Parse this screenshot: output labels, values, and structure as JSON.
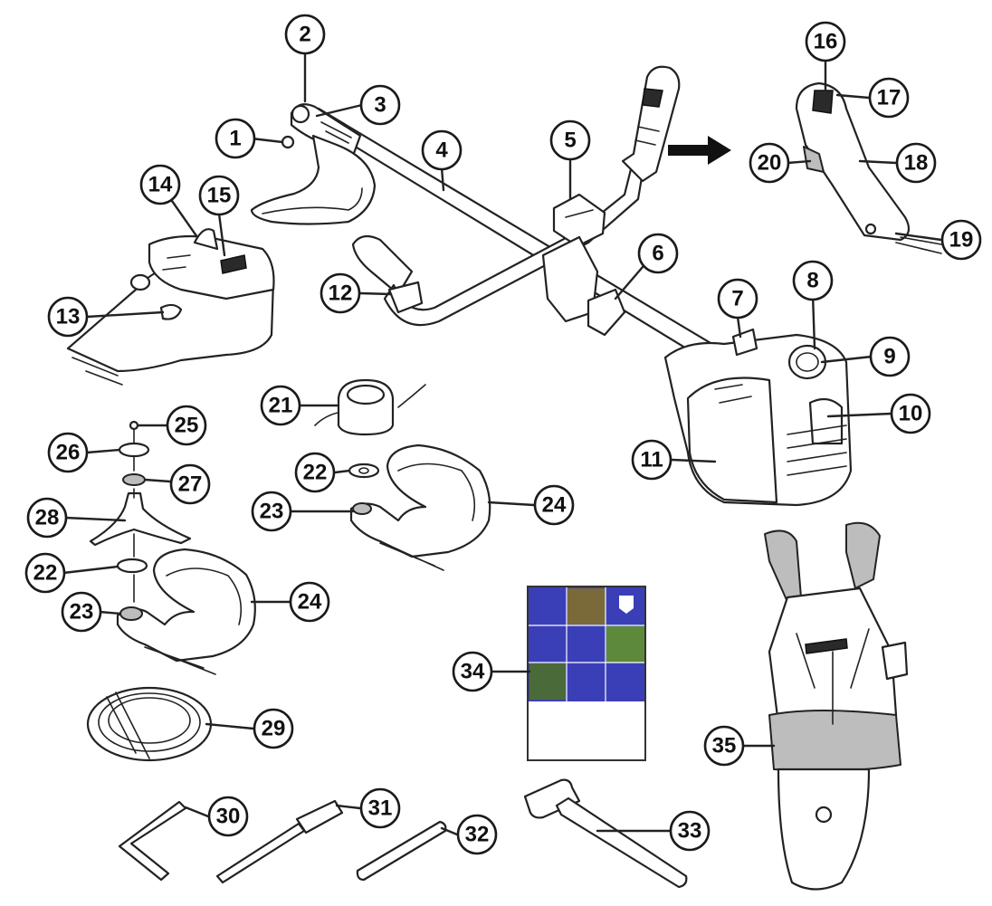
{
  "diagram": {
    "colors": {
      "line": "#222222",
      "manual_blue": "#3a3fb8",
      "manual_white": "#ffffff",
      "photo_green": "#5c8a3a",
      "photo_brown": "#7a6a3a"
    },
    "callouts": [
      {
        "id": "c1",
        "label": "1"
      },
      {
        "id": "c2",
        "label": "2"
      },
      {
        "id": "c3",
        "label": "3"
      },
      {
        "id": "c4",
        "label": "4"
      },
      {
        "id": "c5",
        "label": "5"
      },
      {
        "id": "c6",
        "label": "6"
      },
      {
        "id": "c7",
        "label": "7"
      },
      {
        "id": "c8",
        "label": "8"
      },
      {
        "id": "c9",
        "label": "9"
      },
      {
        "id": "c10",
        "label": "10"
      },
      {
        "id": "c11",
        "label": "11"
      },
      {
        "id": "c12",
        "label": "12"
      },
      {
        "id": "c13",
        "label": "13"
      },
      {
        "id": "c14",
        "label": "14"
      },
      {
        "id": "c15",
        "label": "15"
      },
      {
        "id": "c16",
        "label": "16"
      },
      {
        "id": "c17",
        "label": "17"
      },
      {
        "id": "c18",
        "label": "18"
      },
      {
        "id": "c19",
        "label": "19"
      },
      {
        "id": "c20",
        "label": "20"
      },
      {
        "id": "c21",
        "label": "21"
      },
      {
        "id": "c22a",
        "label": "22"
      },
      {
        "id": "c23a",
        "label": "23"
      },
      {
        "id": "c24a",
        "label": "24"
      },
      {
        "id": "c25",
        "label": "25"
      },
      {
        "id": "c26",
        "label": "26"
      },
      {
        "id": "c27",
        "label": "27"
      },
      {
        "id": "c28",
        "label": "28"
      },
      {
        "id": "c22b",
        "label": "22"
      },
      {
        "id": "c23b",
        "label": "23"
      },
      {
        "id": "c24b",
        "label": "24"
      },
      {
        "id": "c29",
        "label": "29"
      },
      {
        "id": "c30",
        "label": "30"
      },
      {
        "id": "c31",
        "label": "31"
      },
      {
        "id": "c32",
        "label": "32"
      },
      {
        "id": "c33",
        "label": "33"
      },
      {
        "id": "c34",
        "label": "34"
      },
      {
        "id": "c35",
        "label": "35"
      }
    ]
  }
}
